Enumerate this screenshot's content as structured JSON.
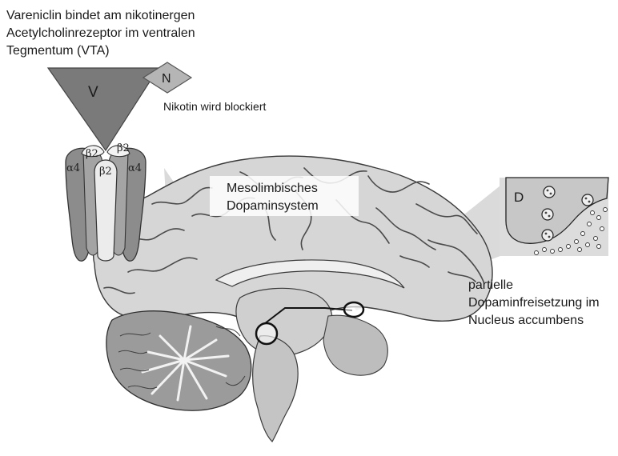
{
  "top_caption": {
    "line1": "Vareniclin bindet am nikotinergen",
    "line2": "Acetylcholinrezeptor im ventralen",
    "line3": "Tegmentum (VTA)"
  },
  "varenicline_label": "V",
  "nicotine_label": "N",
  "nicotine_blocked": "Nikotin wird blockiert",
  "receptor_subunits": {
    "beta2_left": "β2",
    "beta2_right": "β2",
    "beta2_center": "β2",
    "alpha4_left": "α4",
    "alpha4_right": "α4"
  },
  "mesolimbic": {
    "line1": "Mesolimbisches",
    "line2": "Dopaminsystem"
  },
  "dopamine_label": "D",
  "release_caption": {
    "line1": "partielle",
    "line2": "Dopaminfreisetzung im",
    "line3": "Nucleus accumbens"
  },
  "colors": {
    "triangle": "#7a7a7a",
    "diamond": "#b5b5b5",
    "receptor_outer": "#8c8c8c",
    "receptor_inner": "#e8e8e8",
    "brain_fill": "#d8d8d8",
    "brain_shadow": "#a9a9a9",
    "callout_wedge": "#d6d6d6"
  }
}
